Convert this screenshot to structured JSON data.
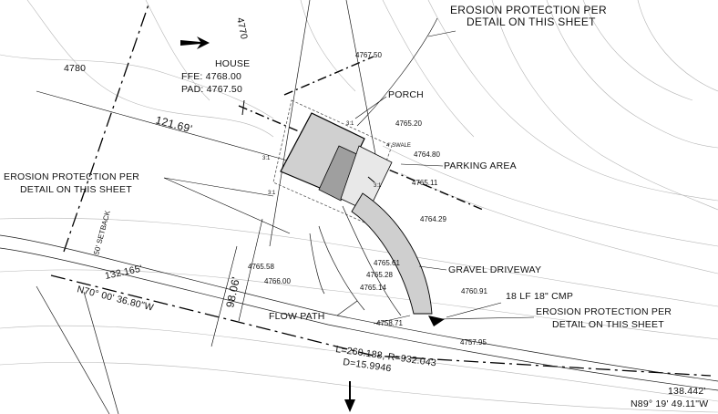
{
  "plan": {
    "contour_labels": [
      "4780",
      "4770"
    ],
    "setback_label": "50' SETBACK",
    "labels": {
      "erosion_top": [
        "EROSION PROTECTION PER",
        "DETAIL ON THIS SHEET"
      ],
      "house": "HOUSE",
      "ffe": "FFE: 4768.00",
      "pad": "PAD: 4767.50",
      "porch": "PORCH",
      "parking": "PARKING AREA",
      "erosion_left": [
        "EROSION PROTECTION PER",
        "DETAIL ON THIS SHEET"
      ],
      "gravel": "GRAVEL DRIVEWAY",
      "flow": "FLOW PATH",
      "cmp": "18 LF 18\" CMP",
      "erosion_right": [
        "EROSION PROTECTION PER",
        "DETAIL ON THIS SHEET"
      ]
    },
    "dimensions": {
      "d_121": "121.69'",
      "d_98": "98.06'",
      "bearing_left_dist": "132.165'",
      "bearing_left": "N70° 00' 36.80\"W",
      "curve_l": "L=260.188, R=932.043",
      "curve_d": "D=15.9946",
      "bearing_right_dist": "138.442'",
      "bearing_right": "N89° 19' 49.11\"W"
    },
    "slope_labels": [
      "3:1",
      "3:1",
      "3:1",
      "3:1"
    ],
    "swale_label": "4' SWALE",
    "spot_elevations": [
      "4767.50",
      "4765.20",
      "4764.80",
      "4765.11",
      "4764.29",
      "4765.58",
      "4766.00",
      "4765.28",
      "4765.14",
      "4765.61",
      "4760.91",
      "4758.71",
      "4757.95"
    ]
  }
}
